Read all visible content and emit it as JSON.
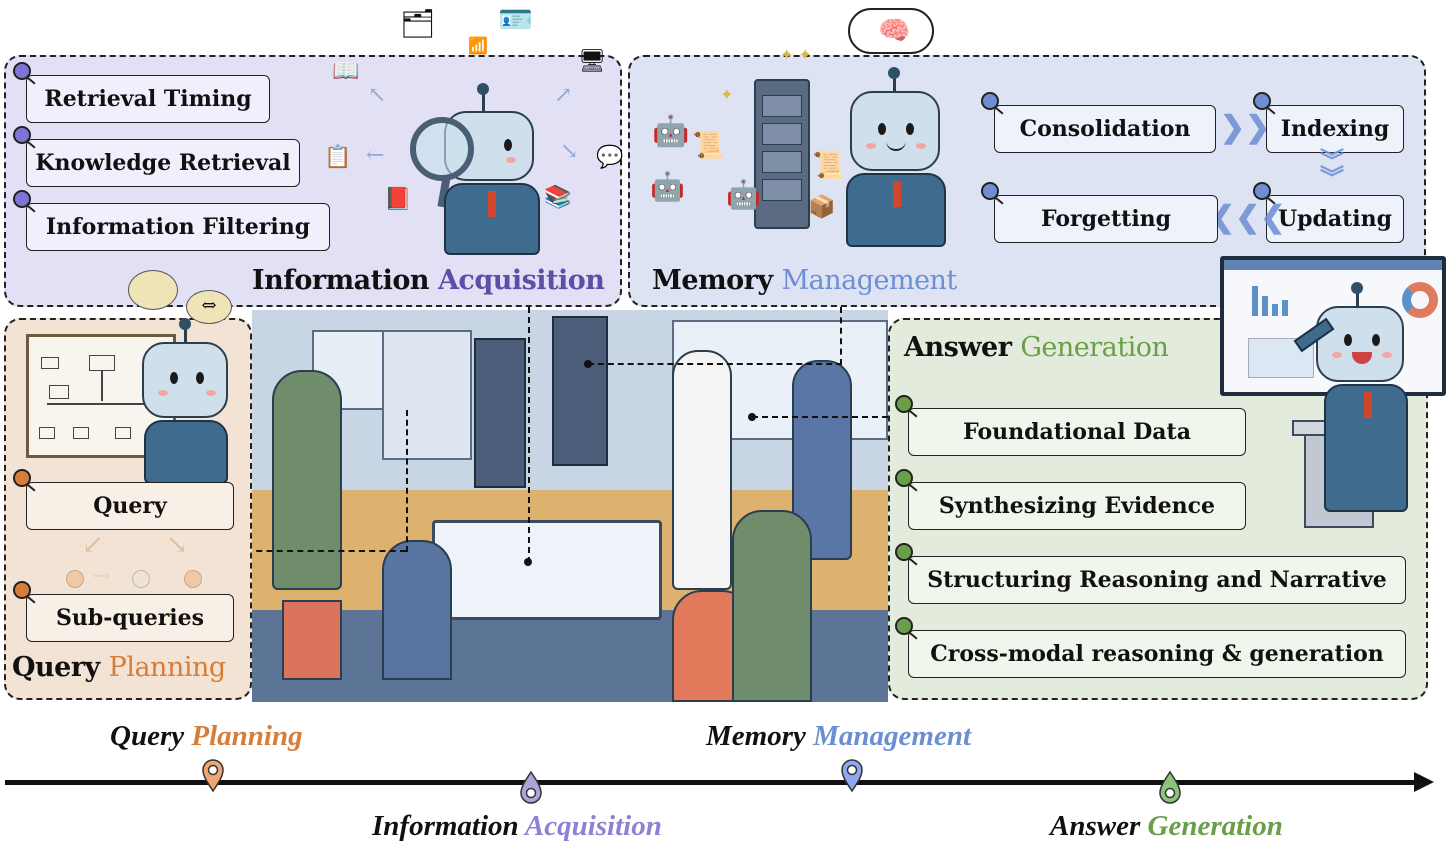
{
  "panels": {
    "information_acquisition": {
      "title_main": "Information",
      "title_accent": "Acquisition",
      "accent_color": "#5b4fa8",
      "background": "#e2e0f5",
      "items": [
        "Retrieval Timing",
        "Knowledge Retrieval",
        "Information Filtering"
      ]
    },
    "memory_management": {
      "title_main": "Memory",
      "title_accent": "Management",
      "accent_color": "#6d8ed3",
      "background": "#dde3f2",
      "items": [
        "Consolidation",
        "Indexing",
        "Updating",
        "Forgetting"
      ],
      "flow": "Consolidation → Indexing → Updating → Forgetting"
    },
    "query_planning": {
      "title_main": "Query",
      "title_accent": "Planning",
      "accent_color": "#d77d3a",
      "background": "#f2e3d4",
      "items": [
        "Query",
        "Sub-queries"
      ]
    },
    "answer_generation": {
      "title_main": "Answer",
      "title_accent": "Generation",
      "accent_color": "#6a9f4a",
      "background": "#e3ecdc",
      "items": [
        "Foundational Data",
        "Synthesizing Evidence",
        "Structuring Reasoning and Narrative",
        "Cross-modal reasoning & generation"
      ]
    }
  },
  "timeline": {
    "stages": [
      {
        "main": "Query",
        "accent": "Planning",
        "color": "#f0a672",
        "text_color": "#d77d3a"
      },
      {
        "main": "Information",
        "accent": "Acquisition",
        "color": "#aaa6d8",
        "text_color": "#8b82d6"
      },
      {
        "main": "Memory",
        "accent": "Management",
        "color": "#8fa8f0",
        "text_color": "#6d8ed3"
      },
      {
        "main": "Answer",
        "accent": "Generation",
        "color": "#8fc27a",
        "text_color": "#6a9f4a"
      }
    ]
  },
  "icons": {
    "ia_robot": "robot-with-magnifier-icon",
    "mm_robot": "robot-thinking-brain-icon",
    "qp_robot": "robot-thinking-flowchart-icon",
    "ag_robot": "robot-presenting-podium-icon",
    "scene": "research-team-office-illustration"
  }
}
